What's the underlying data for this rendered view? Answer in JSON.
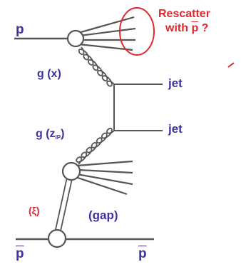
{
  "labels": {
    "p_in": "p",
    "p_bar_left": "p",
    "p_bar_right": "p",
    "gluon_x": "g (x)",
    "gluon_zp_prefix": "g (z",
    "gluon_zp_sub": "IP",
    "gluon_zp_suffix": ")",
    "jet_top": "jet",
    "jet_bottom": "jet",
    "xi": "(ξ)",
    "gap": "(gap)"
  },
  "annotation": {
    "line1": "Rescatter",
    "line2_prefix": "with ",
    "line2_pbar": "p",
    "line2_suffix": " ?"
  },
  "colors": {
    "ink": "#555555",
    "label_blue": "#3c33a0",
    "annotation_red": "#e0262e"
  },
  "icons": [
    "spectator-proton-vertex",
    "pomeron-vertex",
    "antiproton-vertex",
    "gluon-coil"
  ]
}
